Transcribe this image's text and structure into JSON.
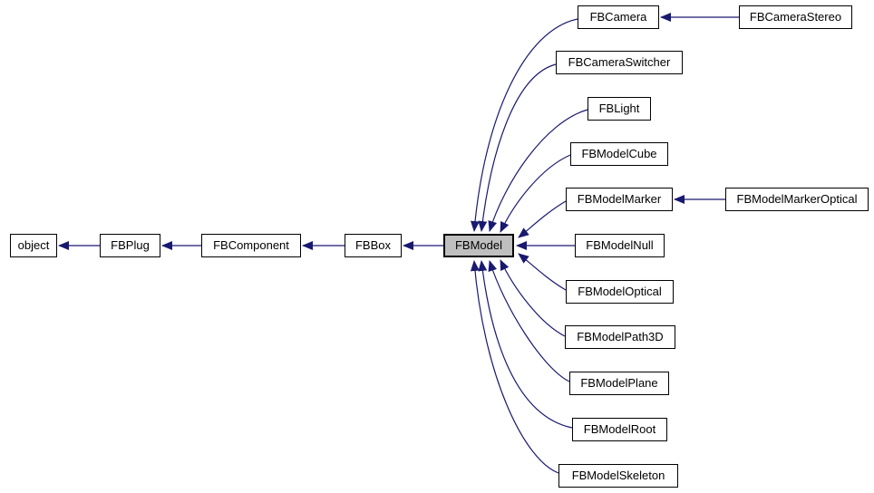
{
  "diagram": {
    "kind": "class-inheritance-graph",
    "background_color": "#ffffff",
    "edge_color": "#191970",
    "node_border_color": "#000000",
    "node_fill_color": "#ffffff",
    "selected_node_fill_color": "#bfbfbf",
    "selected_node": "FBModel"
  },
  "nodes": [
    {
      "id": "object",
      "label": "object"
    },
    {
      "id": "fbplug",
      "label": "FBPlug"
    },
    {
      "id": "fbcomponent",
      "label": "FBComponent"
    },
    {
      "id": "fbbox",
      "label": "FBBox"
    },
    {
      "id": "fbmodel",
      "label": "FBModel"
    },
    {
      "id": "fbcamera",
      "label": "FBCamera"
    },
    {
      "id": "fbcamerastereo",
      "label": "FBCameraStereo"
    },
    {
      "id": "fbcameraswitcher",
      "label": "FBCameraSwitcher"
    },
    {
      "id": "fblight",
      "label": "FBLight"
    },
    {
      "id": "fbmodelcube",
      "label": "FBModelCube"
    },
    {
      "id": "fbmodelmarker",
      "label": "FBModelMarker"
    },
    {
      "id": "fbmodelmarkeroptical",
      "label": "FBModelMarkerOptical"
    },
    {
      "id": "fbmodelnull",
      "label": "FBModelNull"
    },
    {
      "id": "fbmodeloptical",
      "label": "FBModelOptical"
    },
    {
      "id": "fbmodelpath3d",
      "label": "FBModelPath3D"
    },
    {
      "id": "fbmodelplane",
      "label": "FBModelPlane"
    },
    {
      "id": "fbmodelroot",
      "label": "FBModelRoot"
    },
    {
      "id": "fbmodelskeleton",
      "label": "FBModelSkeleton"
    }
  ],
  "edges": [
    {
      "from": "FBPlug",
      "to": "object"
    },
    {
      "from": "FBComponent",
      "to": "FBPlug"
    },
    {
      "from": "FBBox",
      "to": "FBComponent"
    },
    {
      "from": "FBModel",
      "to": "FBBox"
    },
    {
      "from": "FBCamera",
      "to": "FBModel"
    },
    {
      "from": "FBCameraSwitcher",
      "to": "FBModel"
    },
    {
      "from": "FBLight",
      "to": "FBModel"
    },
    {
      "from": "FBModelCube",
      "to": "FBModel"
    },
    {
      "from": "FBModelMarker",
      "to": "FBModel"
    },
    {
      "from": "FBModelNull",
      "to": "FBModel"
    },
    {
      "from": "FBModelOptical",
      "to": "FBModel"
    },
    {
      "from": "FBModelPath3D",
      "to": "FBModel"
    },
    {
      "from": "FBModelPlane",
      "to": "FBModel"
    },
    {
      "from": "FBModelRoot",
      "to": "FBModel"
    },
    {
      "from": "FBModelSkeleton",
      "to": "FBModel"
    },
    {
      "from": "FBCameraStereo",
      "to": "FBCamera"
    },
    {
      "from": "FBModelMarkerOptical",
      "to": "FBModelMarker"
    }
  ]
}
